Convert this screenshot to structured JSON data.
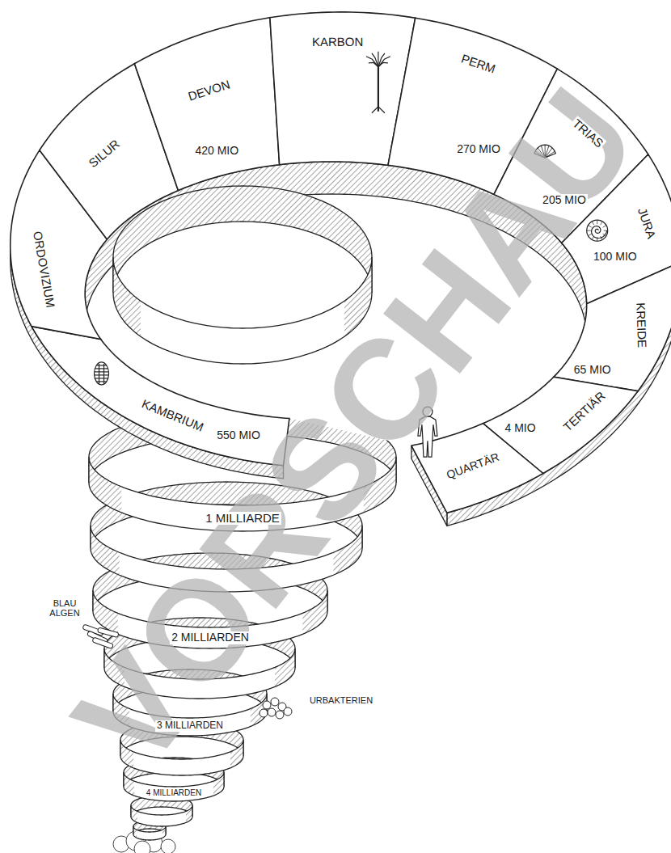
{
  "diagram": {
    "labels": [
      "VORSCHAU",
      "KAMBRIUM",
      "550 MIO",
      "ORDOVIZIUM",
      "SILUR",
      "DEVON",
      "420 MIO",
      "KARBON",
      "PERM",
      "270 MIO",
      "TRIAS",
      "205 MIO",
      "JURA",
      "100 MIO",
      "KREIDE",
      "65 MIO",
      "TERTIÄR",
      "4 MIO",
      "QUARTÄR",
      "1 MILLIARDE",
      "2 MILLIARDEN",
      "3 MILLIARDEN",
      "4 MILLIARDEN",
      "BLAU ALGEN",
      "URBAKTERIEN"
    ]
  }
}
